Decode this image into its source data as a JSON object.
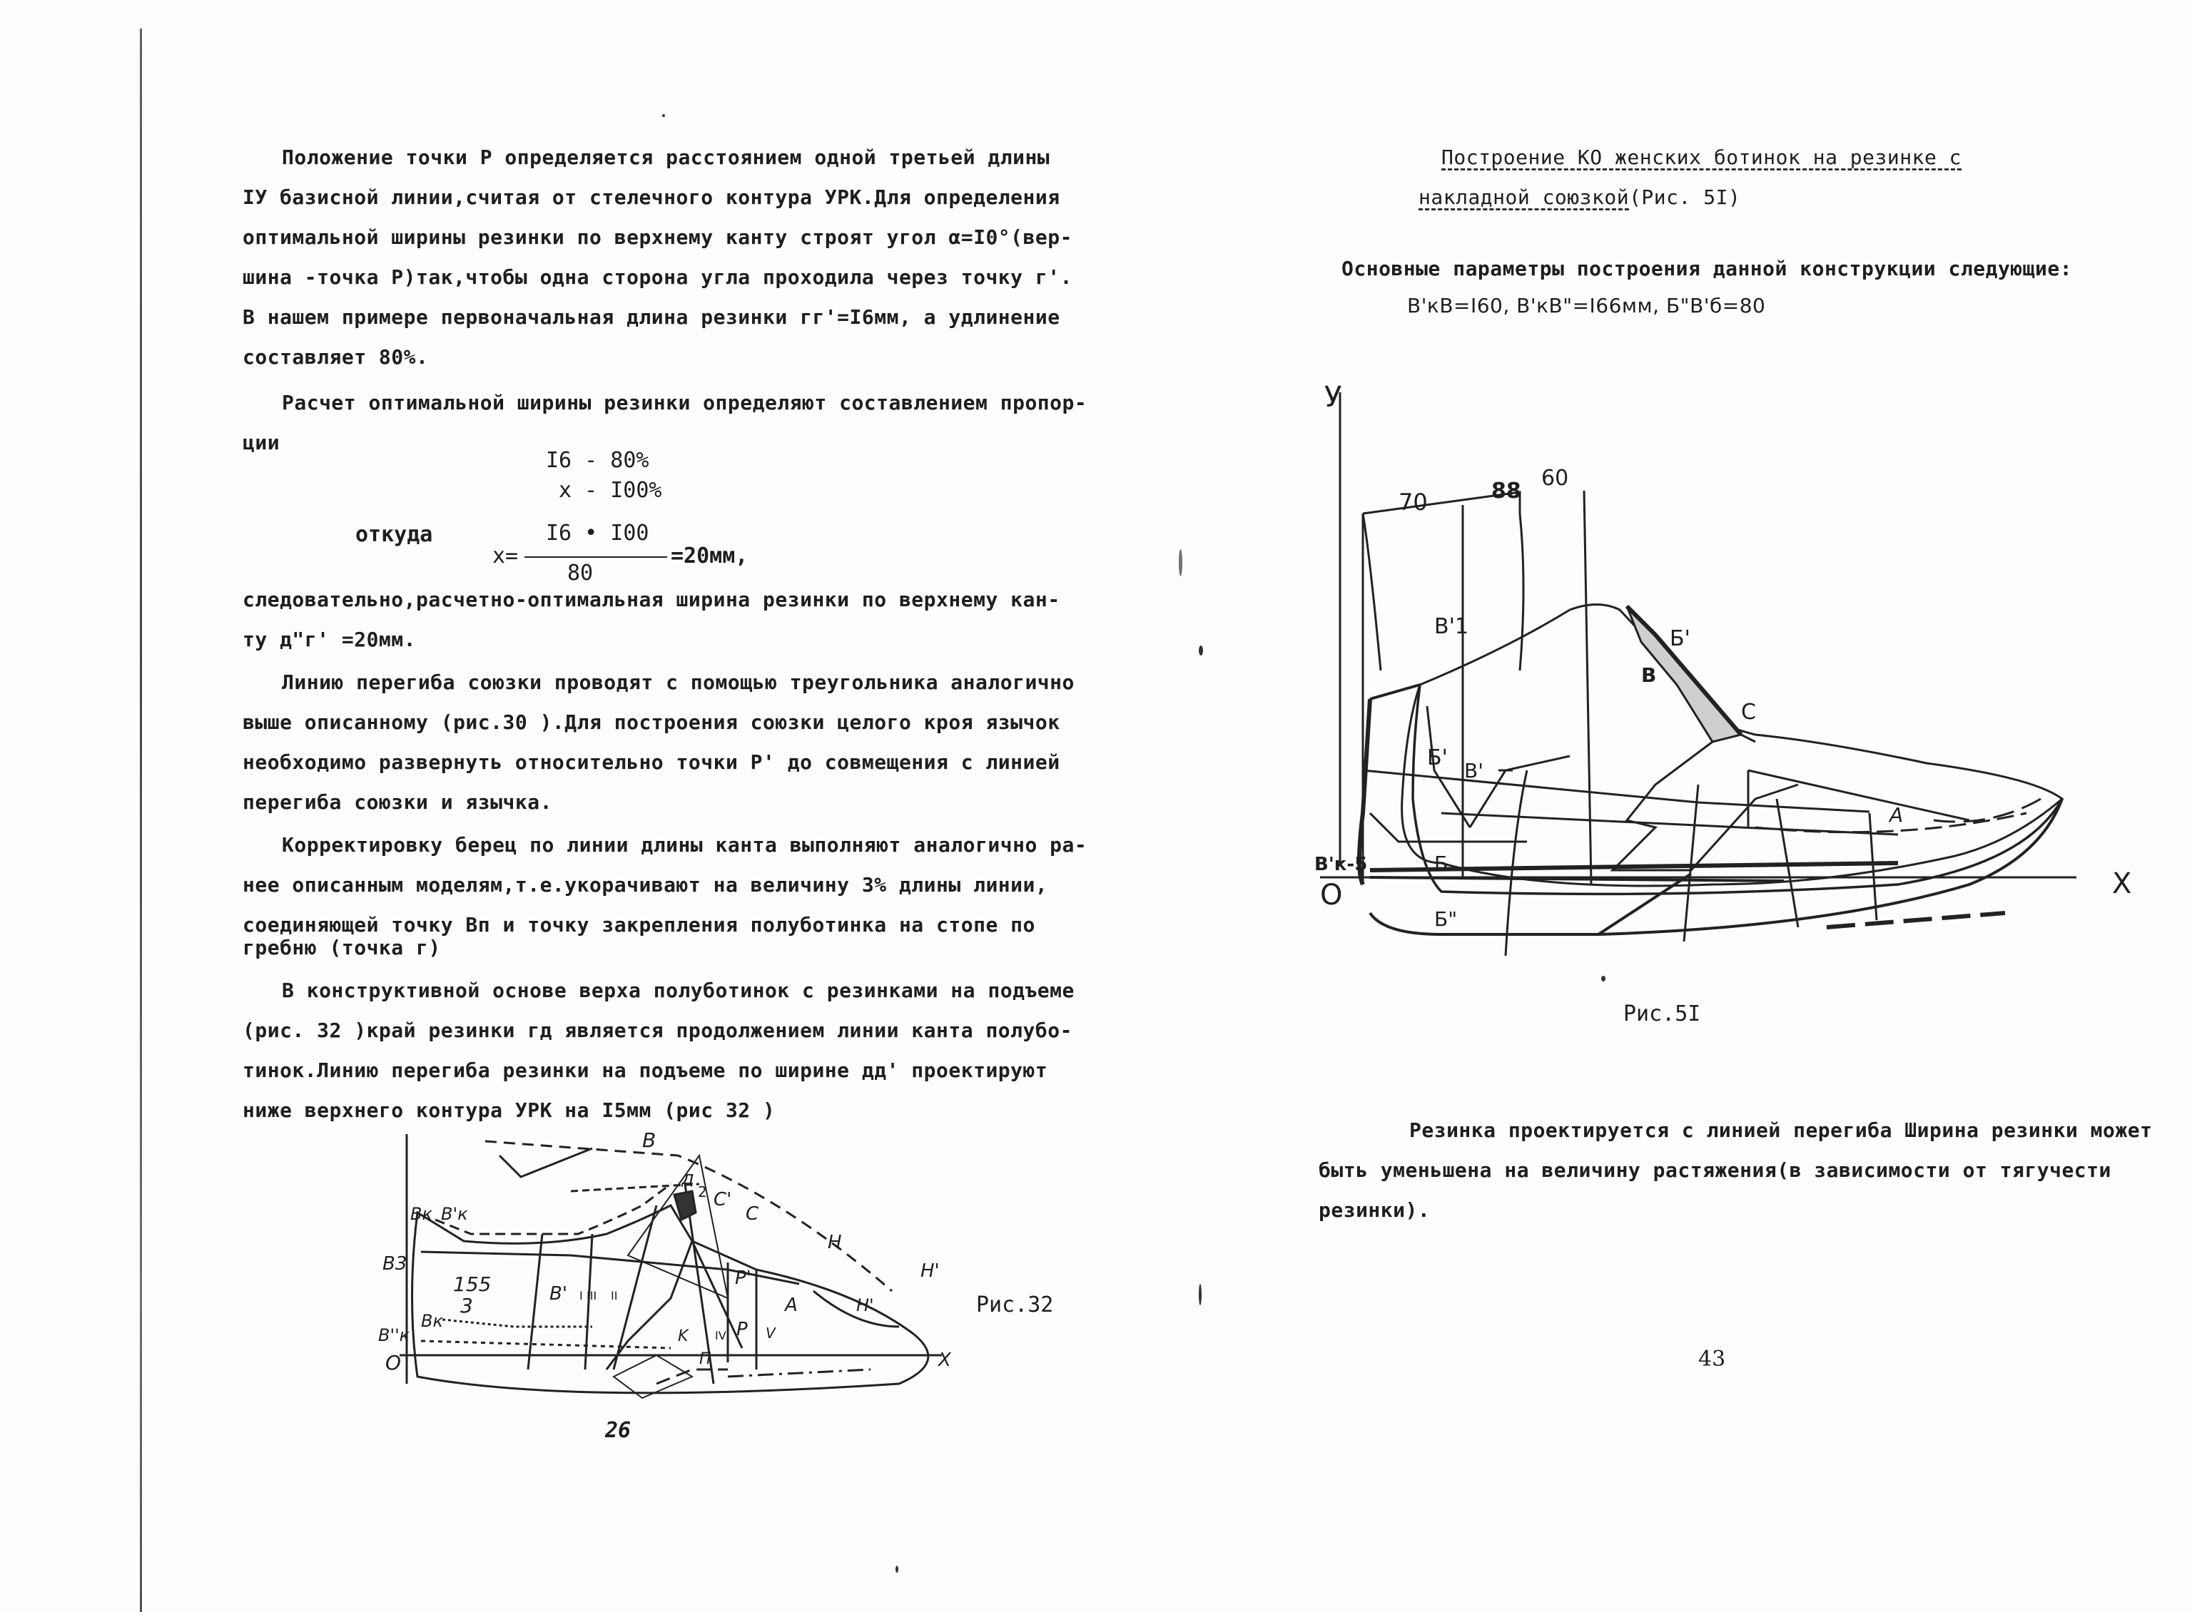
{
  "left_page": {
    "paragraphs": [
      "Положение точки Р определяется расстоянием одной третьей длины",
      "IУ базисной линии,считая от стелечного контура УРК.Для определения",
      "оптимальной ширины резинки по верхнему канту строят угол α=I0°(вер-",
      "шина -точка Р)так,чтобы одна сторона угла проходила через точку г'.",
      "В нашем примере первоначальная длина резинки гг'=I6мм, а удлинение",
      "составляет 80%.",
      "Расчет оптимальной ширины резинки определяют составлением пропор-",
      "ции",
      "следовательно,расчетно-оптимальная ширина резинки  по верхнему кан-",
      "ту д\"г' =20мм.",
      "Линию перегиба союзки проводят с помощью треугольника аналогично",
      "выше описанному (рис.30  ).Для построения союзки целого кроя язычок",
      "необходимо развернуть относительно точки Р' до совмещения с линией",
      "перегиба союзки и язычка.",
      "Корректировку берец по линии длины канта выполняют аналогично ра-",
      "нее описанным моделям,т.е.укорачивают на величину 3% длины линии,",
      "соединяющей точку Вп и точку закрепления полуботинка на стопе по",
      "гребню (точка г)",
      "В конструктивной основе верха полуботинок с резинками на подъеме",
      "(рис. 32 )край резинки гд является продолжением  линии канта полубо-",
      "тинок.Линию перегиба резинки на подъеме по ширине дд' проектируют",
      "ниже верхнего контура УРК на I5мм (рис 32  )"
    ],
    "proportion": {
      "row1": "I6 - 80%",
      "row2": "x - I00%",
      "whence": "откуда",
      "x_eq": "x=",
      "numerator": "I6 • I00",
      "denominator": "80",
      "result": "=20мм,"
    },
    "figure32": {
      "caption": "Рис.32",
      "labels": [
        "B",
        "д",
        "2",
        "C'",
        "C",
        "Bк",
        "B'к",
        "H",
        "H'",
        "B3",
        "155",
        "3",
        "B'",
        "P'",
        "A",
        "H'",
        "B''к",
        "Bк",
        "P",
        "V",
        "O",
        "П",
        "X",
        "I",
        "II",
        "III",
        "IV",
        "K"
      ]
    },
    "page_number": "26"
  },
  "right_page": {
    "heading_line1": "Построение КО женских ботинок на резинке с",
    "heading_line2": "накладной союзкой",
    "heading_suffix": "(Рис. 5I)",
    "params_title": "Основные параметры построения данной конструкции следующие:",
    "params_values": "В'кВ=I60, В'кВ\"=I66мм, Б\"В'б=80",
    "figure51": {
      "caption": "Рис.5I",
      "labels": {
        "y_axis": "У",
        "x_axis": "X",
        "origin": "О",
        "dim_70": "70",
        "dim_88": "88",
        "dim_60": "60",
        "b1": "В'1",
        "b_prime": "Б'",
        "v": "В",
        "c": "С",
        "b_left": "Б'",
        "v_prime": "В'",
        "a": "А",
        "bk5": "В'к-5",
        "b_low": "Б",
        "b_dbl": "Б\""
      }
    },
    "footer_lines": [
      "Резинка проектируется с линией перегиба Ширина резинки может",
      "быть уменьшена на величину растяжения(в зависимости от тягучести",
      "резинки)."
    ],
    "page_number": "43"
  }
}
